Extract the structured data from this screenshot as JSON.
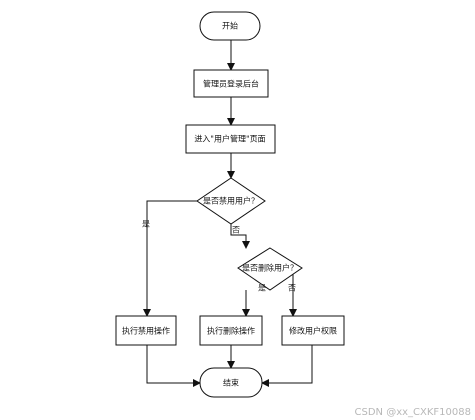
{
  "nodes": {
    "start": "开始",
    "login": "管理员登录后台",
    "user_page": "进入\"用户管理\"页面",
    "disable_q": "是否禁用用户？",
    "delete_q": "是否删除用户？",
    "disable_op": "执行禁用操作",
    "delete_op": "执行删除操作",
    "modify_perm": "修改用户权限",
    "end": "结束"
  },
  "edge_labels": {
    "disable_yes": "是",
    "disable_no": "否",
    "delete_yes": "是",
    "delete_no": "否"
  },
  "watermark": "CSDN @xx_CXKF10088"
}
